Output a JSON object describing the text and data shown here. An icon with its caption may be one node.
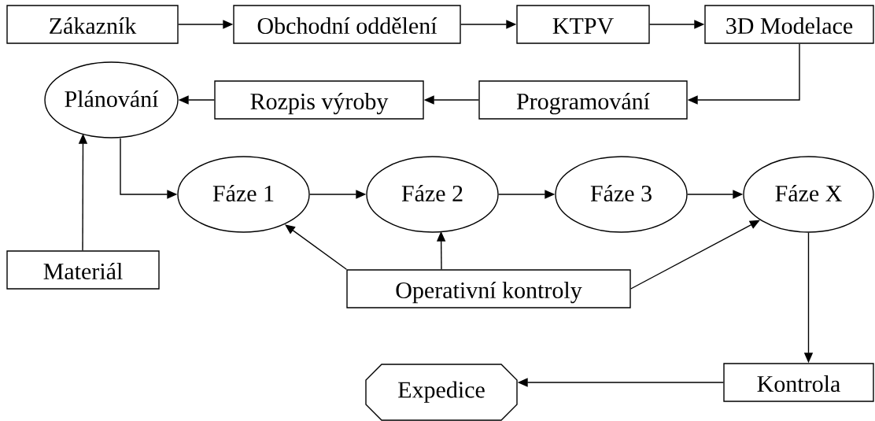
{
  "diagram": {
    "nodes": [
      {
        "text": [
          "Zákazník"
        ]
      },
      {
        "text": [
          "Obchodní oddělení"
        ]
      },
      {
        "text": [
          "KTPV"
        ]
      },
      {
        "text": [
          "3D Modelace"
        ]
      },
      {
        "text": [
          "Plánování"
        ]
      },
      {
        "text": [
          "Rozpis výroby"
        ]
      },
      {
        "text": [
          "Programování"
        ]
      },
      {
        "text": [
          "Fáze 1"
        ]
      },
      {
        "text": [
          "Fáze 2"
        ]
      },
      {
        "text": [
          "Fáze 3"
        ]
      },
      {
        "text": [
          "Fáze X"
        ]
      },
      {
        "text": [
          "Materiál"
        ]
      },
      {
        "text": [
          "Operativní kontroly"
        ]
      },
      {
        "text": [
          "Kontrola"
        ]
      },
      {
        "text": [
          "Expedice"
        ]
      }
    ],
    "edges": [
      {
        "from": 0,
        "to": 1,
        "arrow": "to"
      },
      {
        "from": 1,
        "to": 2,
        "arrow": "to"
      },
      {
        "from": 2,
        "to": 3,
        "arrow": "to"
      },
      {
        "from": 3,
        "to": 6,
        "arrow": "to"
      },
      {
        "from": 6,
        "to": 5,
        "arrow": "to"
      },
      {
        "from": 5,
        "to": 4,
        "arrow": "to"
      },
      {
        "from": 4,
        "to": 7,
        "arrow": "to"
      },
      {
        "from": 11,
        "to": 4,
        "arrow": "to"
      },
      {
        "from": 7,
        "to": 8,
        "arrow": "to"
      },
      {
        "from": 8,
        "to": 9,
        "arrow": "to"
      },
      {
        "from": 9,
        "to": 10,
        "arrow": "to"
      },
      {
        "from": 12,
        "to": 7,
        "arrow": "to"
      },
      {
        "from": 12,
        "to": 8,
        "arrow": "to"
      },
      {
        "from": 12,
        "to": 10,
        "arrow": "to"
      },
      {
        "from": 10,
        "to": 13,
        "arrow": "to"
      },
      {
        "from": 13,
        "to": 14,
        "arrow": "to"
      }
    ]
  }
}
